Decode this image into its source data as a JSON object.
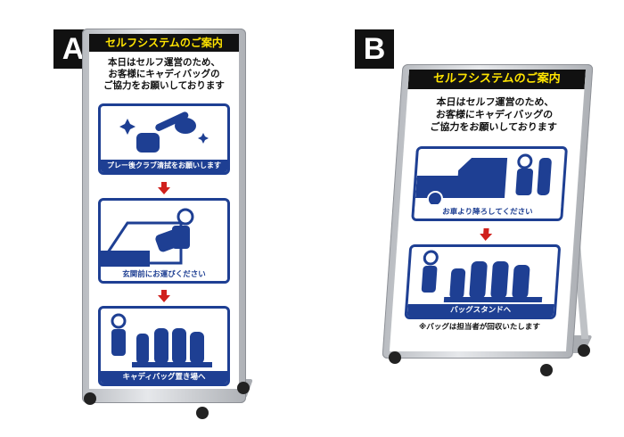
{
  "signs": [
    {
      "label": "A",
      "title": "セルフシステムのご案内",
      "message": "本日はセルフ運営のため、\nお客様にキャディバッグの\nご協力をお願いしております",
      "panels": [
        {
          "caption": "プレー後クラブ清拭をお願いします",
          "icons": [
            "golf-club-cleaning-icon"
          ]
        },
        {
          "caption": "玄関前にお運びください",
          "icons": [
            "person-carrying-bag-icon"
          ]
        },
        {
          "caption": "キャディバッグ置き場へ",
          "icons": [
            "golf-bag-stand-icon"
          ]
        }
      ]
    },
    {
      "label": "B",
      "title": "セルフシステムのご案内",
      "message": "本日はセルフ運営のため、\nお客様にキャディバッグの\nご協力をお願いしております",
      "panels": [
        {
          "caption": "お車より降ろしてください",
          "icons": [
            "car-trunk-bag-icon"
          ]
        },
        {
          "caption": "バッグスタンドへ",
          "icons": [
            "golf-bag-stand-icon"
          ]
        }
      ],
      "note": "※バッグは担当者が回収いたします"
    }
  ],
  "colors": {
    "accent": "#1e3f93",
    "title_text": "#ffe400",
    "title_bg": "#111111",
    "arrow": "#d0201c"
  }
}
